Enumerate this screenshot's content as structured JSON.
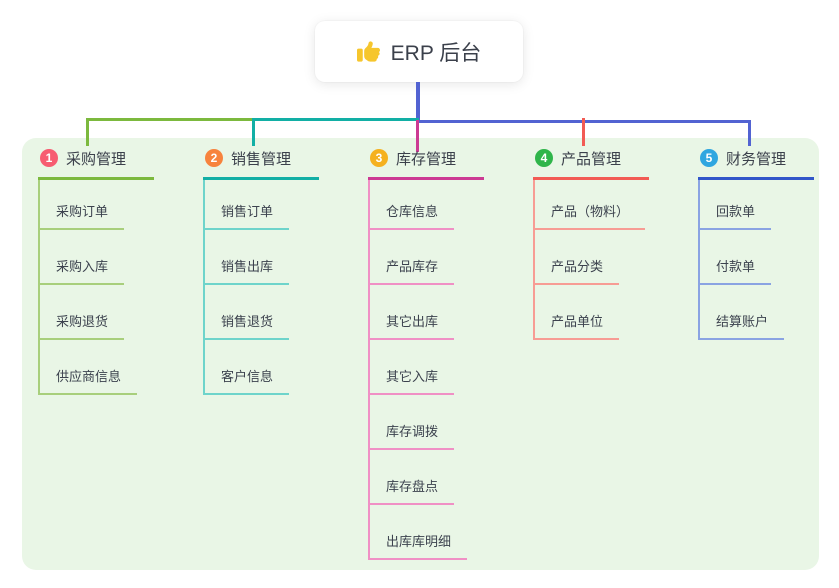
{
  "root": {
    "icon": "thumbs-up-icon",
    "label": "ERP 后台"
  },
  "colors": {
    "page_bg": "#ffffff",
    "panel_bg": "#e9f6e6",
    "trunk_blue": "#5263d2",
    "root_text": "#3b404b",
    "child_text": "#3c424e",
    "thumb_yellow": "#f6c62d"
  },
  "branches": [
    {
      "badge": "1",
      "badge_color": "#f75c71",
      "label": "采购管理",
      "line_color": "#7cb93e",
      "child_line_color": "#a8cf7c",
      "children": [
        "采购订单",
        "采购入库",
        "采购退货",
        "供应商信息"
      ]
    },
    {
      "badge": "2",
      "badge_color": "#f7833d",
      "label": "销售管理",
      "line_color": "#12afa5",
      "child_line_color": "#6ed4cb",
      "children": [
        "销售订单",
        "销售出库",
        "销售退货",
        "客户信息"
      ]
    },
    {
      "badge": "3",
      "badge_color": "#f5b11f",
      "label": "库存管理",
      "line_color": "#cc3a93",
      "child_line_color": "#f090c5",
      "children": [
        "仓库信息",
        "产品库存",
        "其它出库",
        "其它入库",
        "库存调拨",
        "库存盘点",
        "出库库明细"
      ]
    },
    {
      "badge": "4",
      "badge_color": "#2fb54a",
      "label": "产品管理",
      "line_color": "#f25b54",
      "child_line_color": "#f79c94",
      "children": [
        "产品（物料）",
        "产品分类",
        "产品单位"
      ]
    },
    {
      "badge": "5",
      "badge_color": "#2fa6e0",
      "label": "财务管理",
      "line_color": "#3256c9",
      "child_line_color": "#8aa3e2",
      "children": [
        "回款单",
        "付款单",
        "结算账户"
      ]
    }
  ]
}
